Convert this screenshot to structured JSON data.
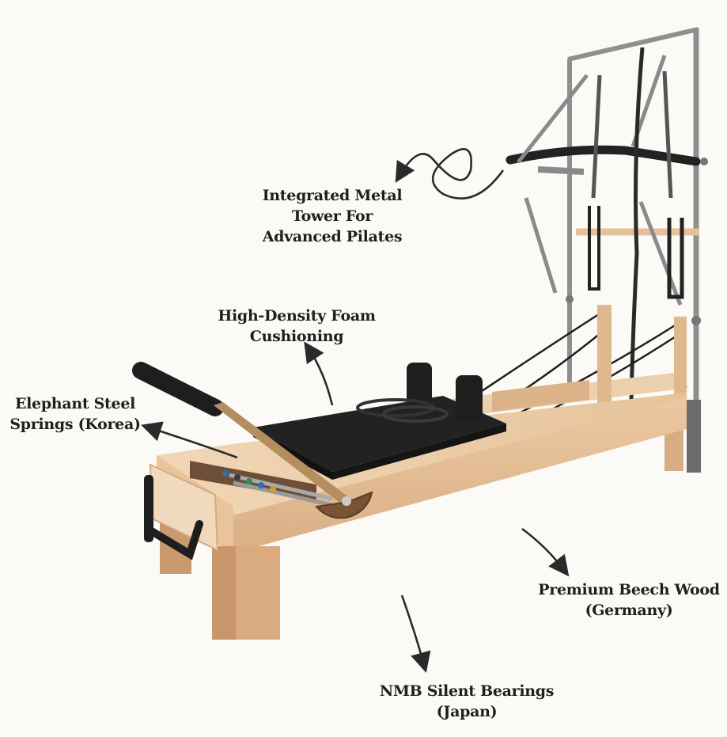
{
  "callouts": {
    "tower": {
      "line1": "Integrated Metal",
      "line2": "Tower For",
      "line3": "Advanced Pilates"
    },
    "foam": {
      "line1": "High-Density Foam",
      "line2": "Cushioning"
    },
    "springs": {
      "line1": "Elephant Steel",
      "line2": "Springs (Korea)"
    },
    "wood": {
      "line1": "Premium Beech Wood",
      "line2": "(Germany)"
    },
    "bearings": {
      "line1": "NMB Silent Bearings",
      "line2": "(Japan)"
    }
  },
  "colors": {
    "background": "#fbfaf6",
    "wood": "#e9c9a4",
    "wood_dark": "#cfa27a",
    "leather": "#2b2b2b",
    "metal": "#9a9a9a",
    "text": "#1f1f1f"
  }
}
